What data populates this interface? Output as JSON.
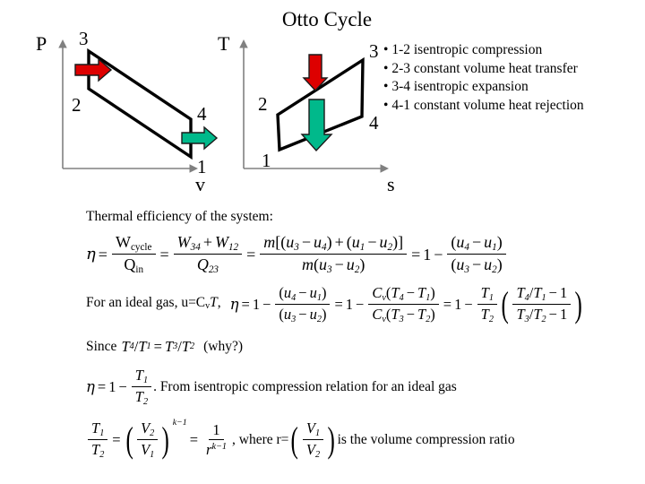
{
  "slide": {
    "title": "Otto Cycle",
    "background_color": "#ffffff",
    "text_color": "#000000"
  },
  "colors": {
    "heat_in_arrow": "#dd0000",
    "heat_out_arrow": "#00b98b",
    "arrow_outline": "#000000",
    "axis": "#808080",
    "curve": "#000000"
  },
  "diagrams": [
    {
      "name": "pv-diagram",
      "y_axis_label": "P",
      "x_axis_label": "v",
      "state_labels": [
        "1",
        "2",
        "3",
        "4"
      ],
      "arrows": [
        {
          "name": "heat-in-arrow",
          "direction": "right",
          "color": "#dd0000"
        },
        {
          "name": "heat-out-arrow",
          "direction": "right",
          "color": "#00b98b"
        }
      ]
    },
    {
      "name": "ts-diagram",
      "y_axis_label": "T",
      "x_axis_label": "s",
      "state_labels": [
        "1",
        "2",
        "3",
        "4"
      ],
      "arrows": [
        {
          "name": "heat-in-arrow",
          "direction": "down",
          "color": "#dd0000"
        },
        {
          "name": "heat-out-arrow",
          "direction": "down",
          "color": "#00b98b"
        }
      ]
    }
  ],
  "bullets": [
    "1-2 isentropic compression",
    "2-3 constant volume heat transfer",
    "3-4 isentropic expansion",
    "4-1 constant volume heat rejection"
  ],
  "bullet_marker": "•",
  "body": {
    "intro_text": "Thermal efficiency of the system:",
    "ideal_gas_prefix": "For an ideal gas, u=C",
    "ideal_gas_prefix_sub": "v",
    "ideal_gas_prefix_tail": "T",
    "since_text": "Since",
    "since_why": "(why?)",
    "from_isentropic_text": ". From isentropic compression relation for an ideal gas",
    "where_text": ", where r=",
    "ratio_tail_text": " is the volume compression ratio"
  },
  "symbols": {
    "eta": "η",
    "equals": "=",
    "minus": "−",
    "plus": "+",
    "W": "W",
    "Q": "Q",
    "m": "m",
    "u": "u",
    "T": "T",
    "C": "C",
    "V": "V",
    "r": "r",
    "k": "k",
    "one": "1",
    "slash": "/",
    "lparen": "(",
    "rparen": ")",
    "lbracket": "[",
    "rbracket": "]",
    "sub_cycle": "cycle",
    "sub_in": "in",
    "sub_34": "34",
    "sub_12": "12",
    "sub_23": "23",
    "sub_1": "1",
    "sub_2": "2",
    "sub_3": "3",
    "sub_4": "4",
    "sub_v": "v",
    "exp_km1": "k−1"
  }
}
